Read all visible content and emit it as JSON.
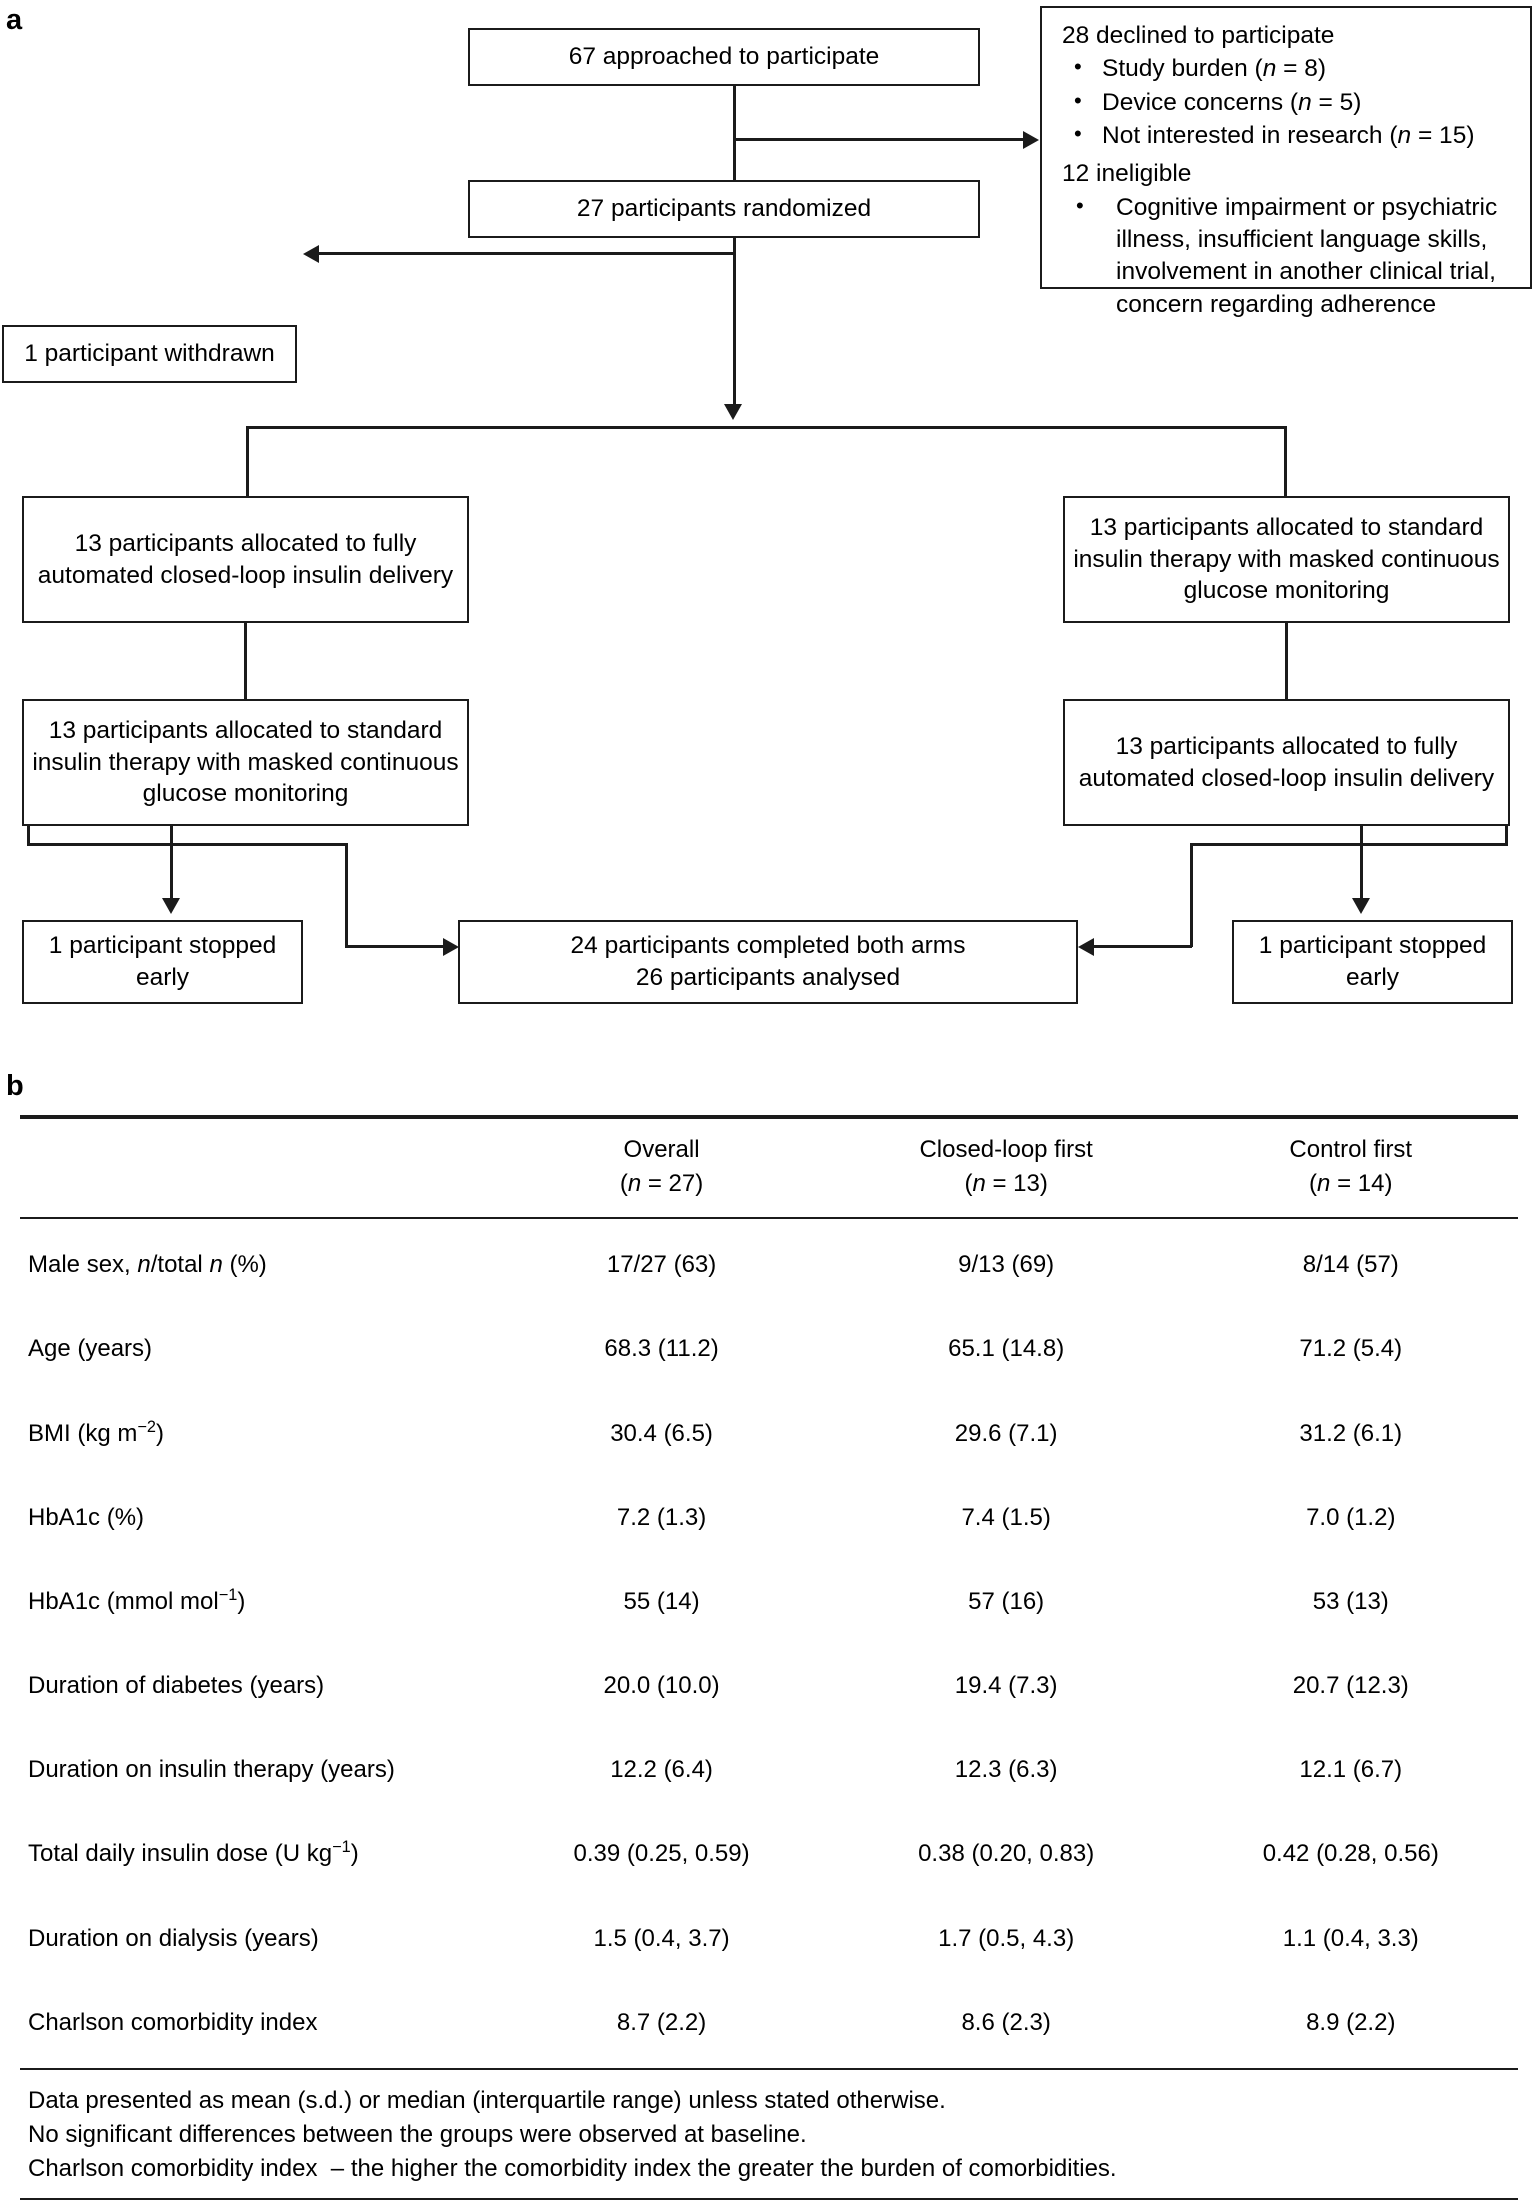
{
  "panels": {
    "a_letter": "a",
    "b_letter": "b"
  },
  "flowchart": {
    "approached": "67 approached to participate",
    "randomized": "27 participants randomized",
    "withdrawn": "1 participant withdrawn",
    "exclusions": {
      "declined_heading": "28 declined to participate",
      "declined_items": [
        {
          "text": "Study burden (",
          "n_label": "n",
          "n_value": " = 8)"
        },
        {
          "text": "Device concerns (",
          "n_label": "n",
          "n_value": " = 5)"
        },
        {
          "text": "Not interested in research (",
          "n_label": "n",
          "n_value": " = 15)"
        }
      ],
      "ineligible_heading": "12 ineligible",
      "ineligible_items": [
        "Cognitive impairment or psychiatric illness, insufficient language skills, involvement in another clinical trial, concern regarding adherence"
      ],
      "bullet_glyph": "•"
    },
    "alloc_left_top": "13 participants allocated to fully automated closed-loop insulin delivery",
    "alloc_right_top": "13 participants allocated to standard insulin therapy with masked continuous glucose monitoring",
    "alloc_left_bottom": "13 participants allocated to standard insulin therapy with masked continuous glucose monitoring",
    "alloc_right_bottom": "13 participants allocated to fully automated closed-loop insulin delivery",
    "stopped_left": "1 participant stopped early",
    "stopped_right": "1 participant stopped early",
    "completed_line1": "24 participants completed both arms",
    "completed_line2": "26 participants analysed"
  },
  "table": {
    "headers": [
      {
        "line1": "",
        "line2": ""
      },
      {
        "line1": "Overall",
        "n_label": "n",
        "n_value": " = 27)"
      },
      {
        "line1": "Closed-loop first",
        "n_label": "n",
        "n_value": " = 13)"
      },
      {
        "line1": "Control first",
        "n_label": "n",
        "n_value": " = 14)"
      }
    ],
    "rows": [
      {
        "label_pre": "Male sex, ",
        "label_ital": "n",
        "label_mid": "/total ",
        "label_ital2": "n",
        "label_post": " (%)",
        "overall": "17/27 (63)",
        "closed_loop_first": "9/13 (69)",
        "control_first": "8/14 (57)"
      },
      {
        "label": "Age (years)",
        "overall": "68.3 (11.2)",
        "closed_loop_first": "65.1 (14.8)",
        "control_first": "71.2 (5.4)"
      },
      {
        "label_pre": "BMI (kg m",
        "sup": "−2",
        "label_post": ")",
        "overall": "30.4 (6.5)",
        "closed_loop_first": "29.6 (7.1)",
        "control_first": "31.2 (6.1)"
      },
      {
        "label": "HbA1c (%)",
        "overall": "7.2 (1.3)",
        "closed_loop_first": "7.4 (1.5)",
        "control_first": "7.0 (1.2)"
      },
      {
        "label_pre": "HbA1c (mmol mol",
        "sup": "−1",
        "label_post": ")",
        "overall": "55 (14)",
        "closed_loop_first": "57 (16)",
        "control_first": "53 (13)"
      },
      {
        "label": "Duration of diabetes (years)",
        "overall": "20.0 (10.0)",
        "closed_loop_first": "19.4 (7.3)",
        "control_first": "20.7 (12.3)"
      },
      {
        "label": "Duration on insulin therapy (years)",
        "overall": "12.2 (6.4)",
        "closed_loop_first": "12.3 (6.3)",
        "control_first": "12.1 (6.7)"
      },
      {
        "label_pre": "Total daily insulin dose (U kg",
        "sup": "−1",
        "label_post": ")",
        "overall": "0.39 (0.25, 0.59)",
        "closed_loop_first": "0.38 (0.20, 0.83)",
        "control_first": "0.42 (0.28, 0.56)"
      },
      {
        "label": "Duration on dialysis (years)",
        "overall": "1.5 (0.4, 3.7)",
        "closed_loop_first": "1.7 (0.5, 4.3)",
        "control_first": "1.1 (0.4, 3.3)"
      },
      {
        "label": "Charlson comorbidity index",
        "overall": "8.7 (2.2)",
        "closed_loop_first": "8.6 (2.3)",
        "control_first": "8.9 (2.2)"
      }
    ],
    "footnotes": [
      "Data presented as mean (s.d.) or median (interquartile range) unless stated otherwise.",
      "No significant differences between the groups were observed at baseline.",
      "Charlson comorbidity index  – the higher the comorbidity index the greater the burden of comorbidities."
    ]
  },
  "colors": {
    "ink": "#1b1b1b",
    "background": "#ffffff"
  }
}
